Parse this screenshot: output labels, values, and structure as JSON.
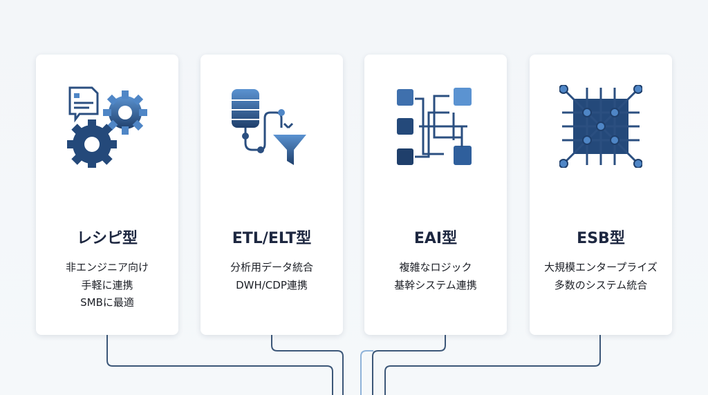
{
  "colors": {
    "line": "#3c5778",
    "line_light": "#8fb3d9",
    "icon_dark": "#1f3f6b",
    "icon_light": "#4f86c6",
    "title": "#1d2740"
  },
  "cards": [
    {
      "icon": "document-gears-icon",
      "title": "レシピ型",
      "lines": [
        "非エンジニア向け",
        "手軽に連携",
        "SMBに最適"
      ]
    },
    {
      "icon": "database-funnel-icon",
      "title": "ETL/ELT型",
      "lines": [
        "分析用データ統合",
        "DWH/CDP連携"
      ]
    },
    {
      "icon": "routing-arrows-icon",
      "title": "EAI型",
      "lines": [
        "複雑なロジック",
        "基幹システム連携"
      ]
    },
    {
      "icon": "service-bus-grid-icon",
      "title": "ESB型",
      "lines": [
        "大規模エンタープライズ",
        "多数のシステム統合"
      ]
    }
  ]
}
